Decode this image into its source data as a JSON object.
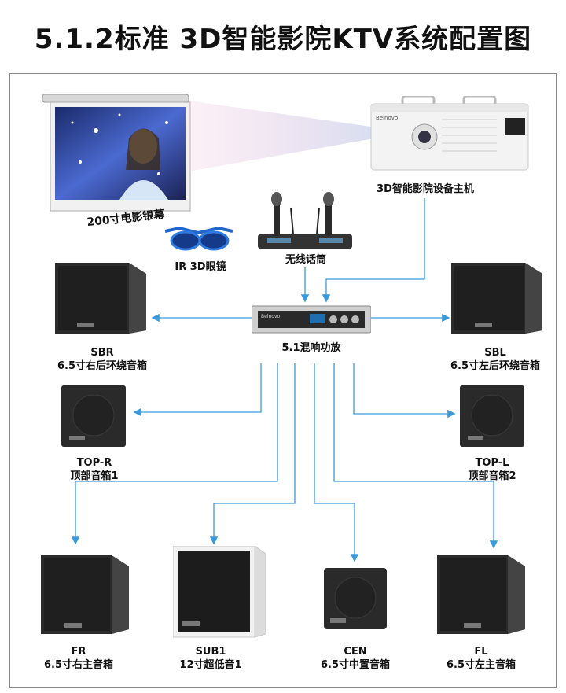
{
  "title": "5.1.2标准  3D智能影院KTV系统配置图",
  "colors": {
    "wire": "#3a9ad9",
    "speaker": "#222222",
    "frame": "#8a8a8a"
  },
  "devices": {
    "screen": "200寸电影银幕",
    "host": "3D智能影院设备主机",
    "glasses": "IR 3D眼镜",
    "mic": "无线话筒",
    "amp": "5.1混响功放"
  },
  "speakers": {
    "sbr": {
      "code": "SBR",
      "desc": "6.5寸右后环绕音箱"
    },
    "sbl": {
      "code": "SBL",
      "desc": "6.5寸左后环绕音箱"
    },
    "topr": {
      "code": "TOP-R",
      "desc": "顶部音箱1"
    },
    "topl": {
      "code": "TOP-L",
      "desc": "顶部音箱2"
    },
    "fr": {
      "code": "FR",
      "desc": "6.5寸右主音箱"
    },
    "sub": {
      "code": "SUB1",
      "desc": "12寸超低音1"
    },
    "cen": {
      "code": "CEN",
      "desc": "6.5寸中置音箱"
    },
    "fl": {
      "code": "FL",
      "desc": "6.5寸左主音箱"
    }
  }
}
